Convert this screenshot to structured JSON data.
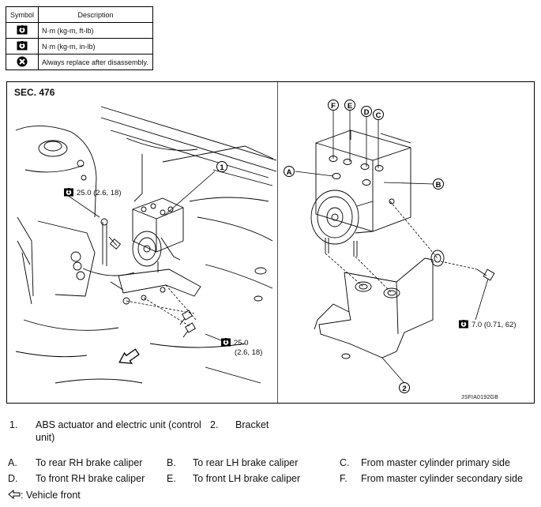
{
  "legend_table": {
    "header_symbol": "Symbol",
    "header_description": "Description",
    "rows": [
      {
        "icon": "torque-wrench-ftlb-icon",
        "description": "N·m (kg-m, ft-lb)"
      },
      {
        "icon": "torque-wrench-inlb-icon",
        "description": "N·m (kg-m, in-lb)"
      },
      {
        "icon": "always-replace-icon",
        "description": "Always replace after disassembly."
      }
    ]
  },
  "diagram": {
    "section_label": "SEC. 476",
    "figure_code": "JSFIA0192GB",
    "torque_left_top": "25.0 (2.6, 18)",
    "torque_left_bottom_line1": "25.0",
    "torque_left_bottom_line2": "(2.6, 18)",
    "torque_right": "7.0 (0.71, 62)",
    "callouts": {
      "one": "1",
      "two": "2",
      "a": "A",
      "b": "B",
      "c": "C",
      "d": "D",
      "e": "E",
      "f": "F"
    }
  },
  "parts": [
    {
      "number": "1.",
      "name": "ABS actuator and electric unit (control",
      "name_line2": "unit)"
    },
    {
      "number": "2.",
      "name": "Bracket"
    }
  ],
  "ports": [
    {
      "letter": "A.",
      "text": "To rear RH brake caliper"
    },
    {
      "letter": "B.",
      "text": "To rear LH brake caliper"
    },
    {
      "letter": "C.",
      "text": "From master cylinder primary side"
    },
    {
      "letter": "D.",
      "text": "To front RH brake caliper"
    },
    {
      "letter": "E.",
      "text": "To front LH brake caliper"
    },
    {
      "letter": "F.",
      "text": "From master cylinder secondary side"
    }
  ],
  "vehicle_front": {
    "icon": "vehicle-front-arrow-icon",
    "text": ": Vehicle front"
  }
}
